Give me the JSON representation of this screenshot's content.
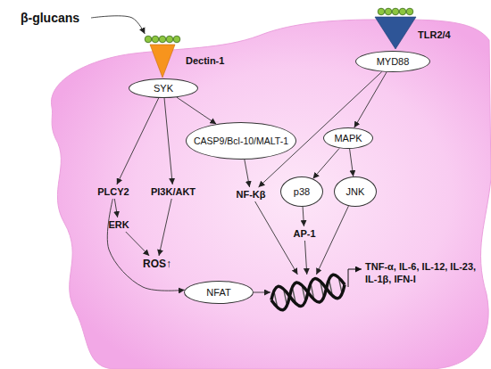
{
  "diagram": {
    "nodes": [
      {
        "text": [
          "β-glucans"
        ]
      },
      {
        "text": [
          "Dectin-1"
        ]
      },
      {
        "text": [
          "TLR2/4"
        ]
      },
      {
        "text": [
          "SYK"
        ]
      },
      {
        "text": [
          "MYD88"
        ]
      },
      {
        "text": [
          "PLCY2"
        ]
      },
      {
        "text": [
          "PI3K/AKT"
        ]
      },
      {
        "text": [
          "CASP9/Bcl-10/MALT-1"
        ]
      },
      {
        "text": [
          "MAPK"
        ]
      },
      {
        "text": [
          "ERK"
        ]
      },
      {
        "text": [
          "NF-Kβ"
        ]
      },
      {
        "text": [
          "p38"
        ]
      },
      {
        "text": [
          "JNK"
        ]
      },
      {
        "text": [
          "ROS↑"
        ]
      },
      {
        "text": [
          "AP-1"
        ]
      },
      {
        "text": [
          "NFAT"
        ]
      },
      {
        "text": [
          "TNF-α, IL-6, IL-12, IL-23, IL-1β, IFN-I"
        ]
      }
    ],
    "edges": [
      {
        "from": 0,
        "to": 1,
        "arrow": "to"
      },
      {
        "from": 3,
        "to": 5,
        "arrow": "to"
      },
      {
        "from": 3,
        "to": 6,
        "arrow": "to"
      },
      {
        "from": 3,
        "to": 7,
        "arrow": "to"
      },
      {
        "from": 5,
        "to": 9,
        "arrow": "to"
      },
      {
        "from": 5,
        "to": 15,
        "arrow": "to"
      },
      {
        "from": 6,
        "to": 13,
        "arrow": "to"
      },
      {
        "from": 9,
        "to": 13,
        "arrow": "to"
      },
      {
        "from": 7,
        "to": 10,
        "arrow": "to"
      },
      {
        "from": 4,
        "to": 10,
        "arrow": "to"
      },
      {
        "from": 4,
        "to": 8,
        "arrow": "to"
      },
      {
        "from": 8,
        "to": 11,
        "arrow": "to"
      },
      {
        "from": 8,
        "to": 12,
        "arrow": "to"
      },
      {
        "from": 11,
        "to": 14,
        "arrow": "to"
      },
      {
        "from": 14,
        "to": 16,
        "arrow": "to"
      },
      {
        "from": 12,
        "to": 16,
        "arrow": "to"
      },
      {
        "from": 10,
        "to": 16,
        "arrow": "to"
      },
      {
        "from": 15,
        "to": 16,
        "arrow": "to"
      }
    ]
  }
}
